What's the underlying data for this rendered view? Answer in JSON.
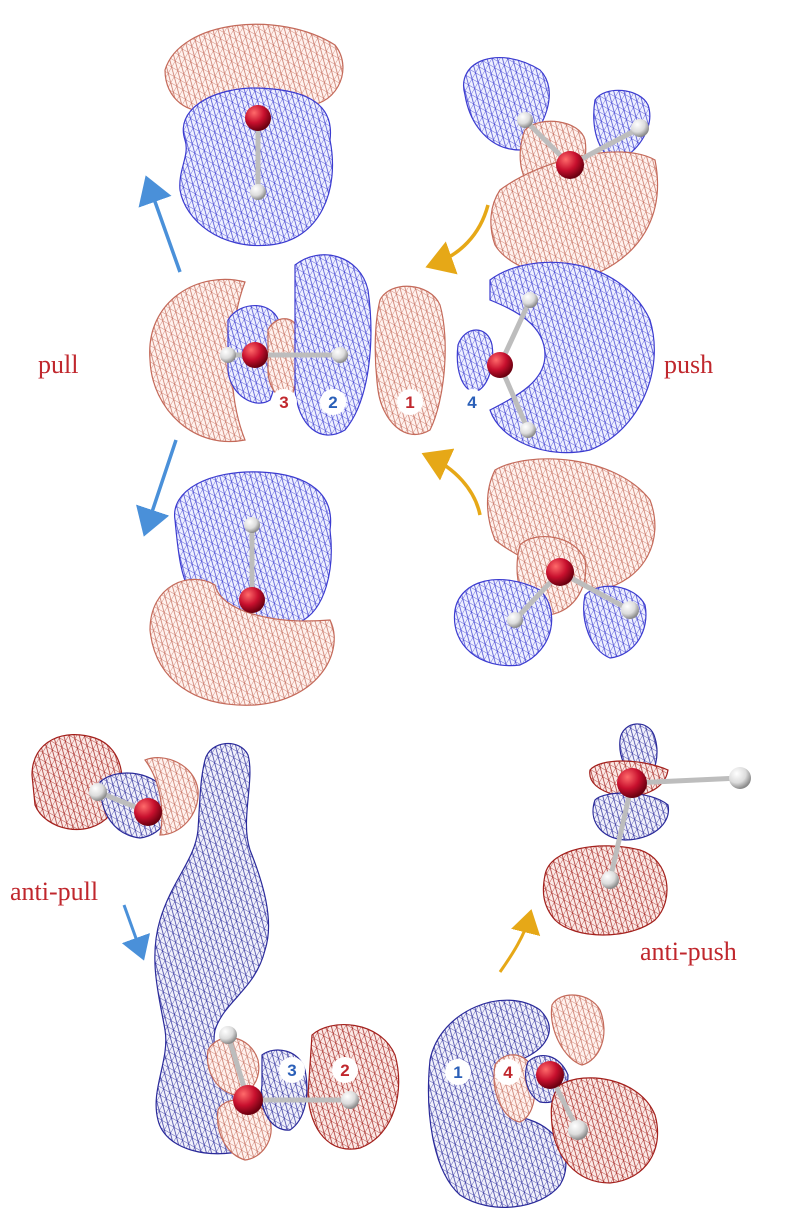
{
  "labels": {
    "pull": "pull",
    "push": "push",
    "anti_pull": "anti-pull",
    "anti_push": "anti-push"
  },
  "markers": {
    "top": [
      "3",
      "2",
      "1",
      "4"
    ],
    "bottom": [
      "3",
      "2",
      "1",
      "4"
    ]
  },
  "colors": {
    "positive_lobe": "#2a2ab8",
    "negative_lobe": "#c0272d",
    "label_red": "#c0272d",
    "arrow_blue": "#4a90d9",
    "arrow_gold": "#e6a817",
    "atom_red": "#c8102e",
    "atom_white": "#f2f2f2"
  }
}
